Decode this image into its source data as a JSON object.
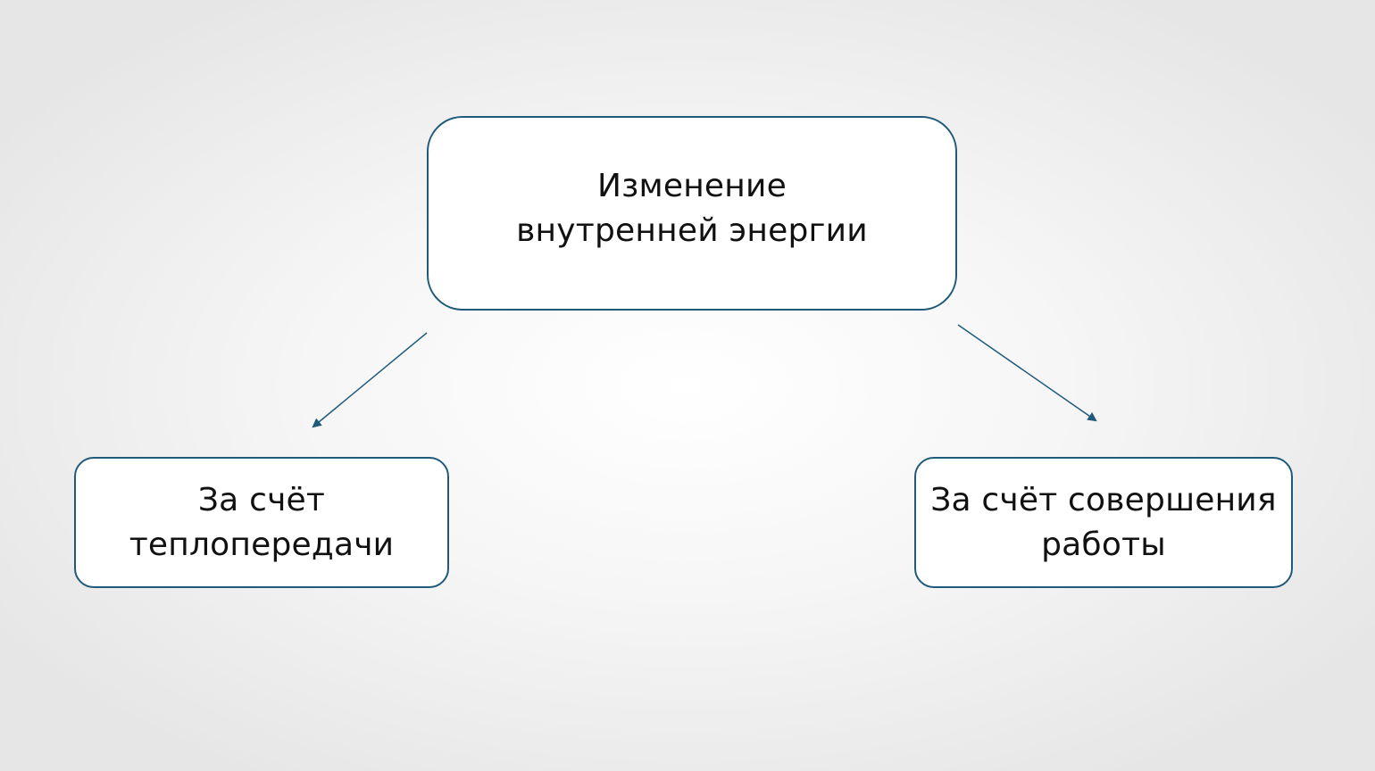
{
  "diagram": {
    "root": {
      "line1": "Изменение",
      "line2": "внутренней энергии"
    },
    "left_child": {
      "line1": "За счёт",
      "line2": "теплопередачи"
    },
    "right_child": {
      "line1": "За счёт совершения",
      "line2": "работы"
    }
  },
  "colors": {
    "border": "#1f5a7a",
    "arrow": "#1f5a7a",
    "box_fill": "#ffffff",
    "text": "#111111"
  }
}
